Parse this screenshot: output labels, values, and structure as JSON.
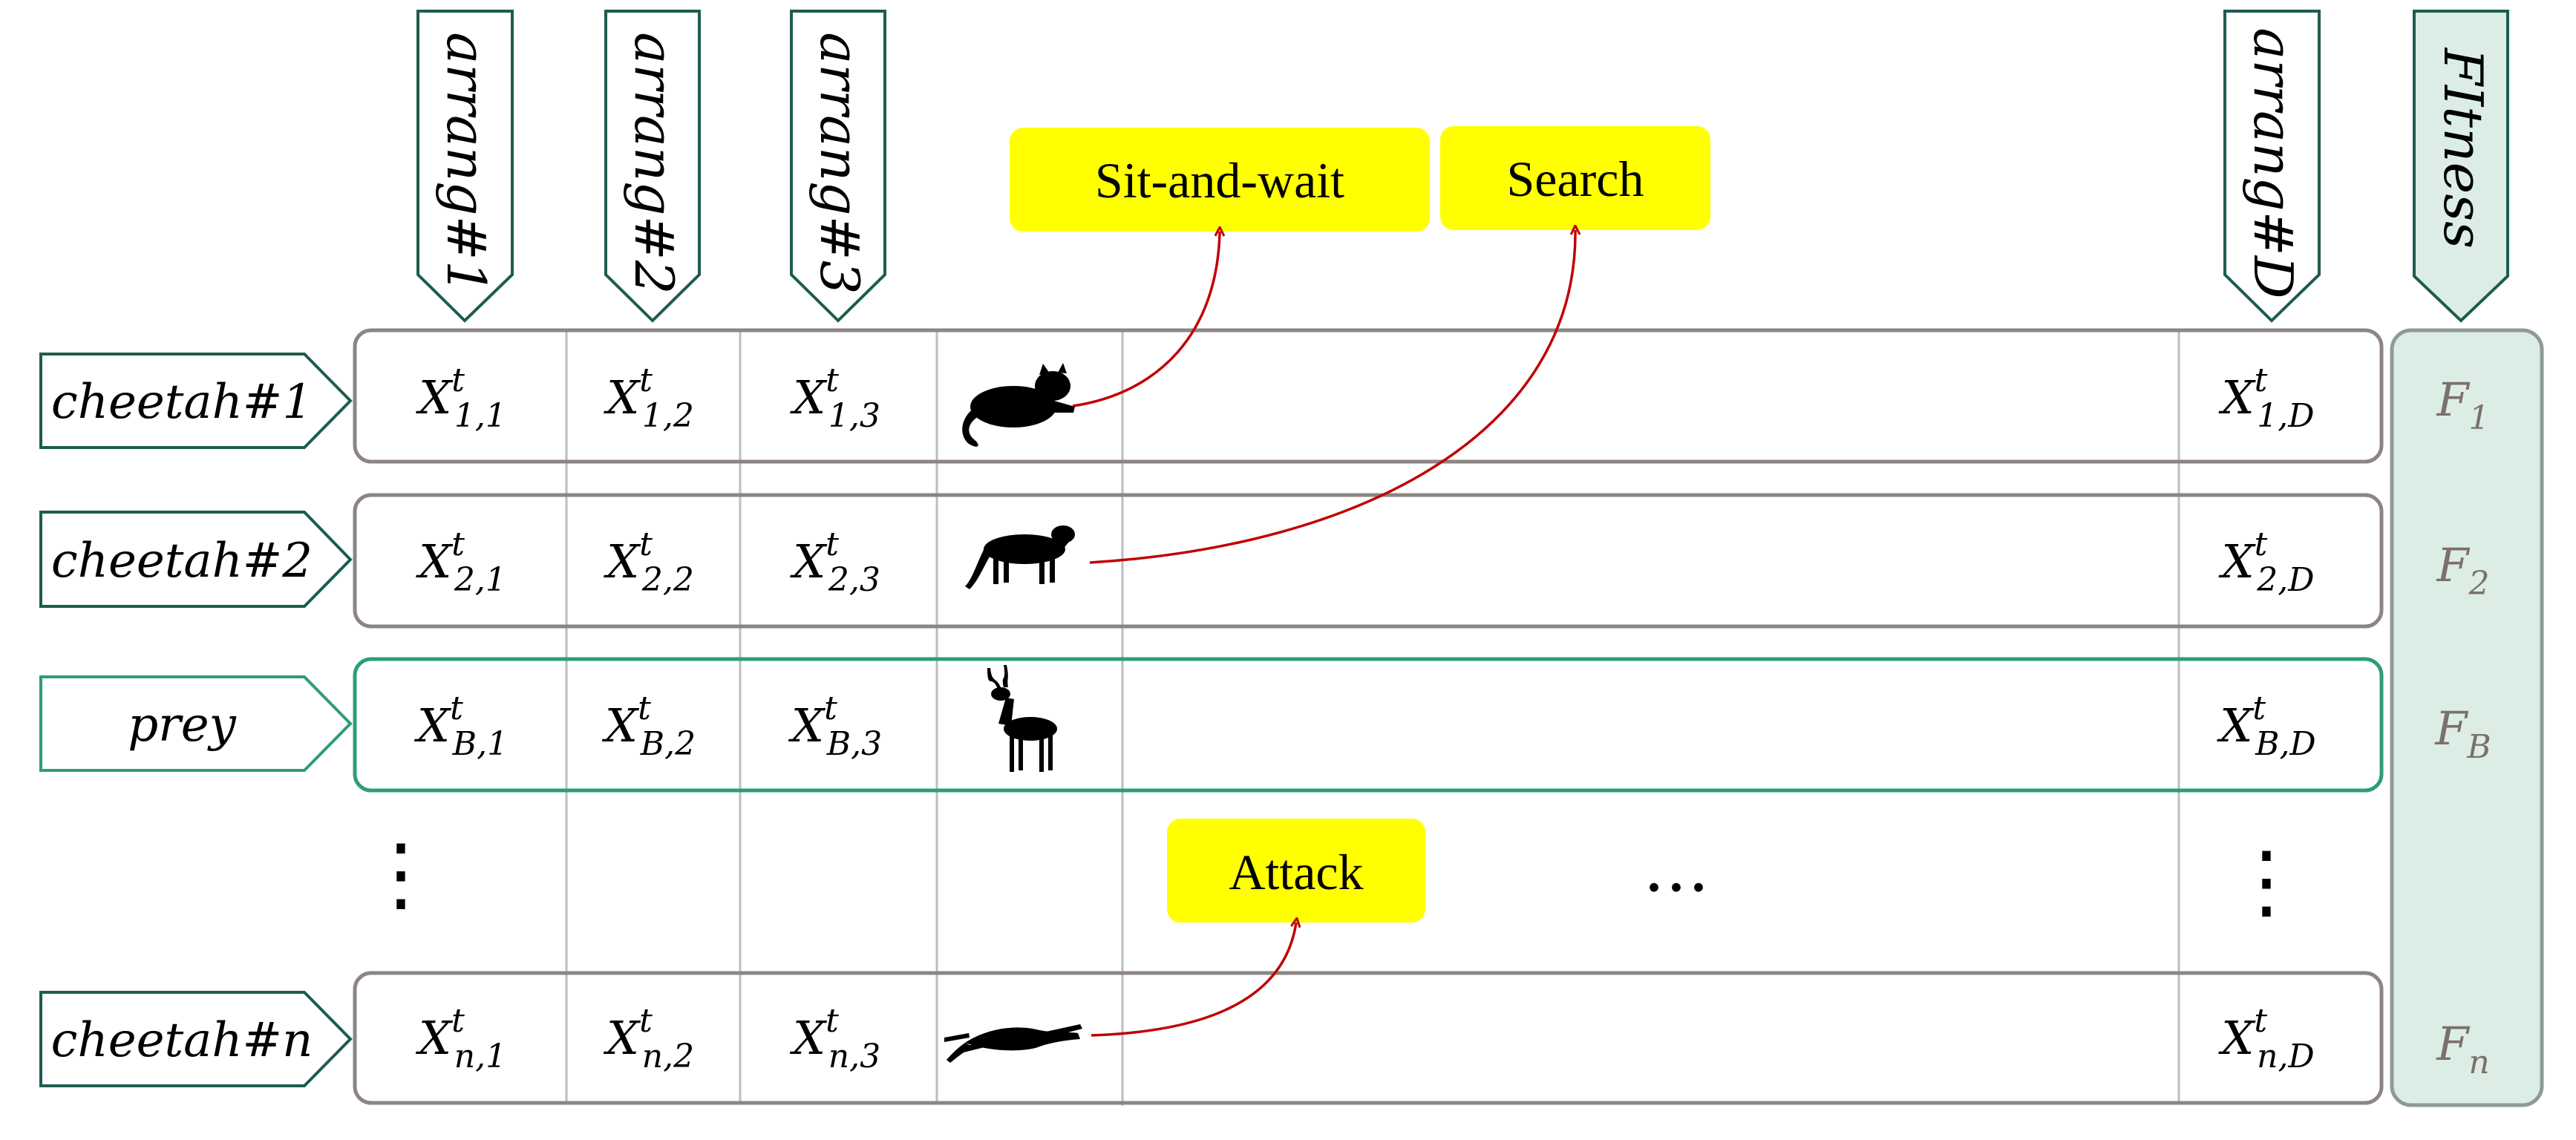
{
  "colors": {
    "row_border": "#8c8583",
    "prey_border": "#2e9c7a",
    "label_border": "#1d5c50",
    "fitness_fill": "#dcede6",
    "fitness_border": "#8f9a95",
    "fitness_text": "#7b706c",
    "callout_fill": "#ffff00",
    "arrow": "#c00000",
    "grid": "#bdbdbd",
    "text": "#000000"
  },
  "columns": [
    {
      "label": "arrang#1"
    },
    {
      "label": "arrang#2"
    },
    {
      "label": "arrang#3"
    },
    {
      "label": "arrang#D"
    }
  ],
  "fitness_header": "FItness",
  "rows": [
    {
      "label": "cheetah#1",
      "icon": "cheetah-sitting-icon",
      "cells": {
        "c1": {
          "base": "X",
          "sup": "t",
          "sub": "1,1"
        },
        "c2": {
          "base": "X",
          "sup": "t",
          "sub": "1,2"
        },
        "c3": {
          "base": "X",
          "sup": "t",
          "sub": "1,3"
        },
        "cD": {
          "base": "X",
          "sup": "t",
          "sub": "1,D"
        }
      },
      "fitness": {
        "base": "F",
        "sub": "1"
      }
    },
    {
      "label": "cheetah#2",
      "icon": "cheetah-walking-icon",
      "cells": {
        "c1": {
          "base": "X",
          "sup": "t",
          "sub": "2,1"
        },
        "c2": {
          "base": "X",
          "sup": "t",
          "sub": "2,2"
        },
        "c3": {
          "base": "X",
          "sup": "t",
          "sub": "2,3"
        },
        "cD": {
          "base": "X",
          "sup": "t",
          "sub": "2,D"
        }
      },
      "fitness": {
        "base": "F",
        "sub": "2"
      }
    },
    {
      "label": "prey",
      "icon": "gazelle-icon",
      "cells": {
        "c1": {
          "base": "X",
          "sup": "t",
          "sub": "B,1"
        },
        "c2": {
          "base": "X",
          "sup": "t",
          "sub": "B,2"
        },
        "c3": {
          "base": "X",
          "sup": "t",
          "sub": "B,3"
        },
        "cD": {
          "base": "X",
          "sup": "t",
          "sub": "B,D"
        }
      },
      "fitness": {
        "base": "F",
        "sub": "B"
      }
    },
    {
      "label": "cheetah#n",
      "icon": "cheetah-running-icon",
      "cells": {
        "c1": {
          "base": "X",
          "sup": "t",
          "sub": "n,1"
        },
        "c2": {
          "base": "X",
          "sup": "t",
          "sub": "n,2"
        },
        "c3": {
          "base": "X",
          "sup": "t",
          "sub": "n,3"
        },
        "cD": {
          "base": "X",
          "sup": "t",
          "sub": "n,D"
        }
      },
      "fitness": {
        "base": "F",
        "sub": "n"
      }
    }
  ],
  "callouts": {
    "sit_and_wait": "Sit-and-wait",
    "search": "Search",
    "attack": "Attack"
  },
  "ellipsis": {
    "vertical": "⋮",
    "horizontal": "…"
  }
}
